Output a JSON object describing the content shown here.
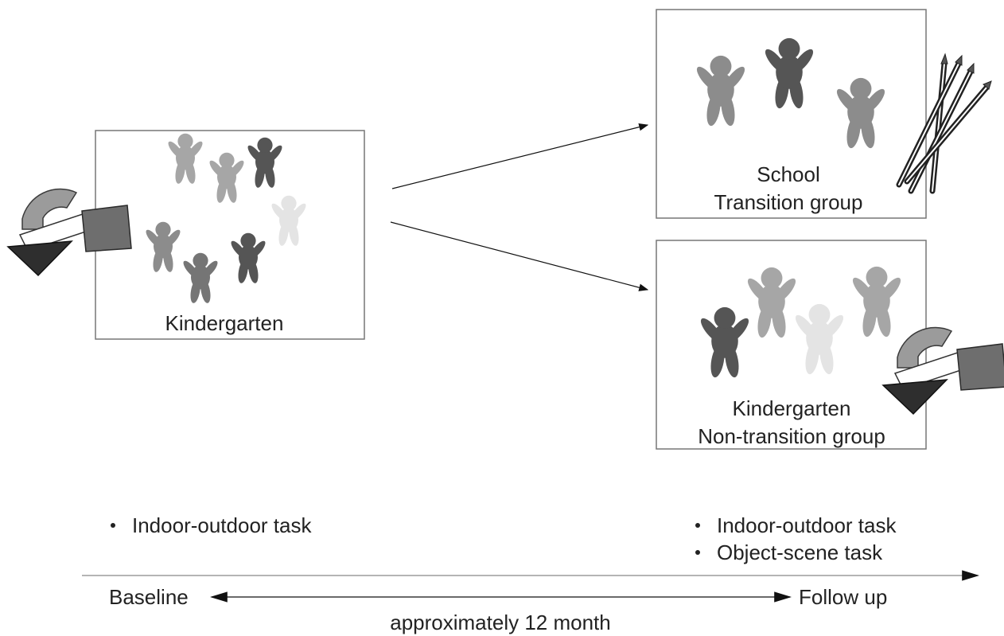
{
  "colors": {
    "dark": "#555555",
    "medium": "#8c8c8c",
    "mediumlight": "#a6a6a6",
    "light": "#e4e4e4",
    "border": "#777777",
    "ink": "#222222"
  },
  "boxes": {
    "baseline": {
      "label": "Kindergarten"
    },
    "school": {
      "label_line1": "School",
      "label_line2": "Transition group"
    },
    "kindergarten_followup": {
      "label_line1": "Kindergarten",
      "label_line2": "Non-transition group"
    }
  },
  "tasks": {
    "baseline": [
      "Indoor-outdoor task"
    ],
    "followup": [
      "Indoor-outdoor task",
      "Object-scene task"
    ]
  },
  "timeline": {
    "baseline_label": "Baseline",
    "followup_label": "Follow up",
    "duration_label": "approximately 12 month"
  },
  "icons": {
    "children": "child-figure-icon",
    "toys": "toy-blocks-icon",
    "pencils": "pencils-icon"
  }
}
